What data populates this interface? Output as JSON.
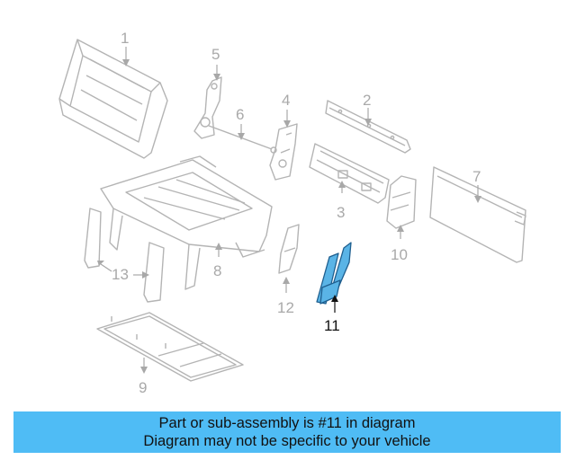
{
  "diagram": {
    "callouts": {
      "p1": "1",
      "p2": "2",
      "p3": "3",
      "p4": "4",
      "p5": "5",
      "p6": "6",
      "p7": "7",
      "p8": "8",
      "p9": "9",
      "p10": "10",
      "p11": "11",
      "p12": "12",
      "p13": "13"
    },
    "highlighted_part": "11"
  },
  "colors": {
    "banner_bg": "#4fbcf5",
    "highlight_part": "#5ab4e6",
    "line_art": "#b4b4b4"
  },
  "banner": {
    "line1": "Part or sub-assembly is #11 in diagram",
    "line2": "Diagram may not be specific to your vehicle"
  }
}
